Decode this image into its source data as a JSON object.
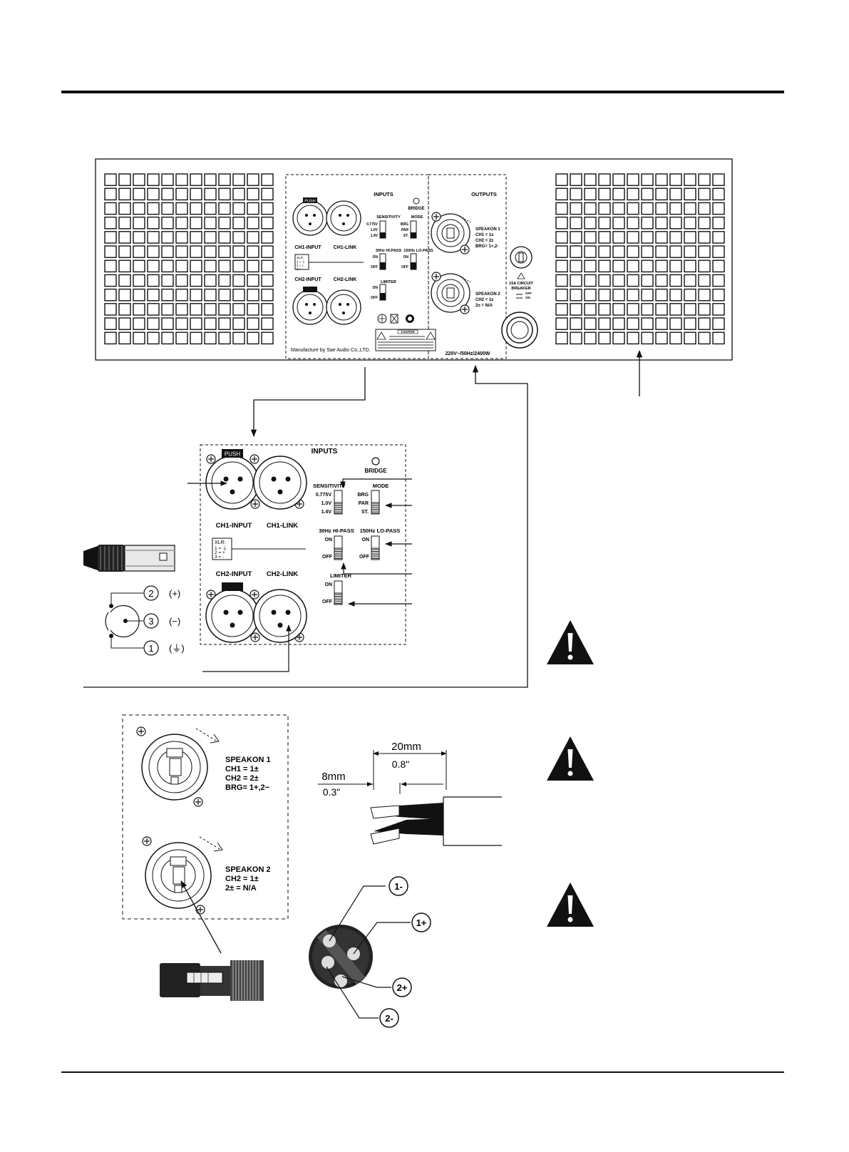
{
  "panel": {
    "inputs_title": "INPUTS",
    "outputs_title": "OUTPUTS",
    "bridge": "BRIDGE",
    "sensitivity": "SENSITIVITY",
    "mode": "MODE",
    "sens_opts": [
      "0.775V",
      "1.0V",
      "1.4V"
    ],
    "mode_opts": [
      "BRG",
      "PAR",
      "ST."
    ],
    "ch1_input": "CH1-INPUT",
    "ch1_link": "CH1-LINK",
    "ch2_input": "CH2-INPUT",
    "ch2_link": "CH2-LINK",
    "push": "PUSH",
    "hipass": "30Hz HI-PASS",
    "lopass": "150Hz LO-PASS",
    "limiter": "LIMITER",
    "on": "ON",
    "off": "OFF",
    "xlr": "XLR:",
    "xlr_pins": [
      "1 = ⏚",
      "2 = +",
      "3 = -"
    ],
    "speakon1": [
      "SPEAKON 1",
      "CH1 = 1±",
      "CH2 = 2±",
      "BRG= 1+,2-"
    ],
    "speakon2": [
      "SPEAKON 2",
      "CH2 = 1±",
      "2± = N/A"
    ],
    "breaker": [
      "15A CIRCUIT",
      "BREAKER"
    ],
    "breaker_states": [
      "OFF",
      "ON"
    ],
    "manufacturer": "Manufacture by Sae Audio Co.,LTD.",
    "power": "220V~/50Hz/2400W",
    "caution": "CAUTION"
  },
  "detail": {
    "inputs_title": "INPUTS",
    "bridge": "BRIDGE",
    "sensitivity": "SENSITIVITY",
    "mode": "MODE",
    "sens_opts": [
      "0.775V",
      "1.0V",
      "1.4V"
    ],
    "mode_opts": [
      "BRG",
      "PAR",
      "ST."
    ],
    "ch1_input": "CH1-INPUT",
    "ch1_link": "CH1-LINK",
    "ch2_input": "CH2-INPUT",
    "ch2_link": "CH2-LINK",
    "push": "PUSH",
    "hipass": "30Hz HI-PASS",
    "lopass": "150Hz LO-PASS",
    "limiter": "LIMITER",
    "on": "ON",
    "off": "OFF",
    "xlr": "XLR:",
    "xlr_pins": [
      "1 = ⏚",
      "2 = +",
      "3 = -"
    ]
  },
  "xlr_pinout": {
    "pins": [
      "2",
      "3",
      "1"
    ],
    "labels": [
      "(+)",
      "(−)",
      "(⏚)"
    ]
  },
  "outputs_detail": {
    "speakon1": [
      "SPEAKON 1",
      "CH1 = 1±",
      "CH2 = 2±",
      "BRG= 1+,2−"
    ],
    "speakon2": [
      "SPEAKON 2",
      "CH2 = 1±",
      "2± = N/A"
    ]
  },
  "wire": {
    "long_mm": "20mm",
    "long_in": "0.8\"",
    "short_mm": "8mm",
    "short_in": "0.3\""
  },
  "speakon_pins": [
    "1-",
    "1+",
    "2+",
    "2-"
  ]
}
